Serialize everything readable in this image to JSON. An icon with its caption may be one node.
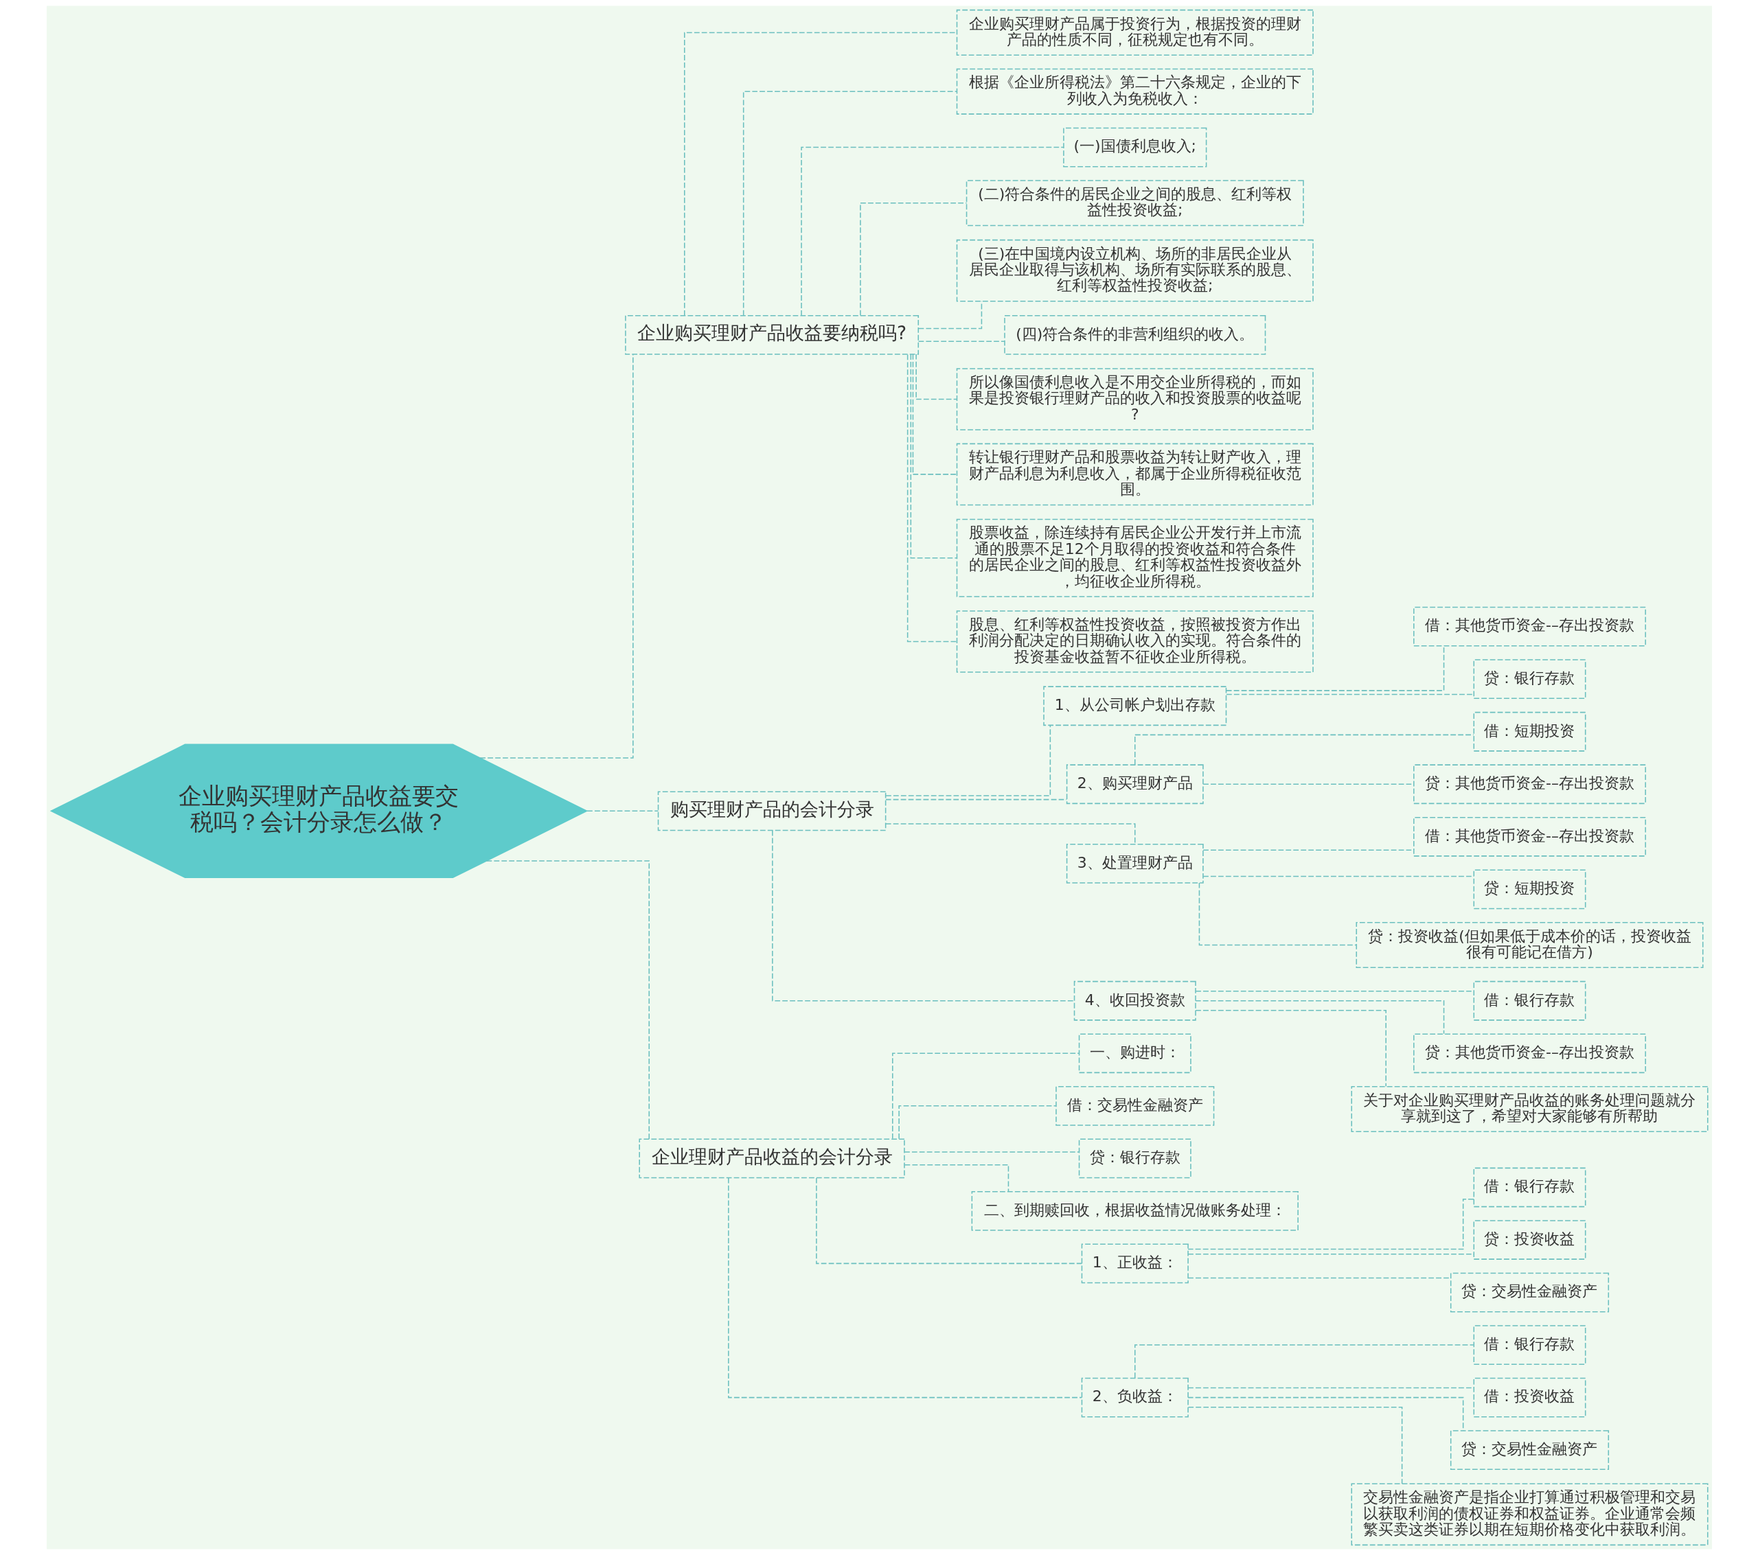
{
  "diagram": {
    "nodes": [
      {
        "text": [
          "企业购买理财产品收益要交税吗？会计分录怎么做？"
        ]
      },
      {
        "text": [
          "企业购买理财产品收益要纳税吗?"
        ]
      },
      {
        "text": [
          "企业购买理财产品属于投资行为，根据投资的理财产品的性质不同，征税规定也有不同。"
        ]
      },
      {
        "text": [
          "根据《企业所得税法》第二十六条规定，企业的下列收入为免税收入："
        ]
      },
      {
        "text": [
          "(一)国债利息收入;"
        ]
      },
      {
        "text": [
          "(二)符合条件的居民企业之间的股息、红利等权益性投资收益;"
        ]
      },
      {
        "text": [
          "(三)在中国境内设立机构、场所的非居民企业从居民企业取得与该机构、场所有实际联系的股息、红利等权益性投资收益;"
        ]
      },
      {
        "text": [
          "(四)符合条件的非营利组织的收入。"
        ]
      },
      {
        "text": [
          "所以像国债利息收入是不用交企业所得税的，而如果是投资银行理财产品的收入和投资股票的收益呢?"
        ]
      },
      {
        "text": [
          "转让银行理财产品和股票收益为转让财产收入，理财产品利息为利息收入，都属于企业所得税征收范围。"
        ]
      },
      {
        "text": [
          "股票收益，除连续持有居民企业公开发行并上市流通的股票不足12个月取得的投资收益和符合条件的居民企业之间的股息、红利等权益性投资收益外，均征收企业所得税。"
        ]
      },
      {
        "text": [
          "股息、红利等权益性投资收益，按照被投资方作出利润分配决定的日期确认收入的实现。符合条件的投资基金收益暂不征收企业所得税。"
        ]
      },
      {
        "text": [
          "购买理财产品的会计分录"
        ]
      },
      {
        "text": [
          "1、从公司帐户划出存款"
        ]
      },
      {
        "text": [
          "借：其他货币资金-–存出投资款"
        ]
      },
      {
        "text": [
          "贷：银行存款"
        ]
      },
      {
        "text": [
          "2、购买理财产品"
        ]
      },
      {
        "text": [
          "借：短期投资"
        ]
      },
      {
        "text": [
          "贷：其他货币资金-–存出投资款"
        ]
      },
      {
        "text": [
          "3、处置理财产品"
        ]
      },
      {
        "text": [
          "借：其他货币资金-–存出投资款"
        ]
      },
      {
        "text": [
          "贷：短期投资"
        ]
      },
      {
        "text": [
          "贷：投资收益(但如果低于成本价的话，投资收益很有可能记在借方)"
        ]
      },
      {
        "text": [
          "4、收回投资款"
        ]
      },
      {
        "text": [
          "借：银行存款"
        ]
      },
      {
        "text": [
          "贷：其他货币资金-–存出投资款"
        ]
      },
      {
        "text": [
          "关于对企业购买理财产品收益的账务处理问题就分享就到这了，希望对大家能够有所帮助"
        ]
      },
      {
        "text": [
          "企业理财产品收益的会计分录"
        ]
      },
      {
        "text": [
          "一、购进时："
        ]
      },
      {
        "text": [
          "借：交易性金融资产"
        ]
      },
      {
        "text": [
          "贷：银行存款"
        ]
      },
      {
        "text": [
          "二、到期赎回收，根据收益情况做账务处理："
        ]
      },
      {
        "text": [
          "1、正收益："
        ]
      },
      {
        "text": [
          "借：银行存款"
        ]
      },
      {
        "text": [
          "贷：投资收益"
        ]
      },
      {
        "text": [
          "贷：交易性金融资产"
        ]
      },
      {
        "text": [
          "2、负收益："
        ]
      },
      {
        "text": [
          "借：银行存款"
        ]
      },
      {
        "text": [
          "借：投资收益"
        ]
      },
      {
        "text": [
          "贷：交易性金融资产"
        ]
      },
      {
        "text": [
          "交易性金融资产是指企业打算通过积极管理和交易以获取利润的债权证券和权益证券。企业通常会频繁买卖这类证券以期在短期价格变化中获取利润。"
        ]
      }
    ],
    "edges": [
      {
        "from": 0,
        "to": 1,
        "arrow": "none",
        "style": "dashed"
      },
      {
        "from": 1,
        "to": 2,
        "arrow": "none",
        "style": "dashed"
      },
      {
        "from": 1,
        "to": 3,
        "arrow": "none",
        "style": "dashed"
      },
      {
        "from": 1,
        "to": 4,
        "arrow": "none",
        "style": "dashed"
      },
      {
        "from": 1,
        "to": 5,
        "arrow": "none",
        "style": "dashed"
      },
      {
        "from": 1,
        "to": 6,
        "arrow": "none",
        "style": "dashed"
      },
      {
        "from": 1,
        "to": 7,
        "arrow": "none",
        "style": "dashed"
      },
      {
        "from": 1,
        "to": 8,
        "arrow": "none",
        "style": "dashed"
      },
      {
        "from": 1,
        "to": 9,
        "arrow": "none",
        "style": "dashed"
      },
      {
        "from": 1,
        "to": 10,
        "arrow": "none",
        "style": "dashed"
      },
      {
        "from": 1,
        "to": 11,
        "arrow": "none",
        "style": "dashed"
      },
      {
        "from": 0,
        "to": 12,
        "arrow": "none",
        "style": "dashed"
      },
      {
        "from": 12,
        "to": 13,
        "arrow": "none",
        "style": "dashed"
      },
      {
        "from": 13,
        "to": 14,
        "arrow": "none",
        "style": "dashed"
      },
      {
        "from": 13,
        "to": 15,
        "arrow": "none",
        "style": "dashed"
      },
      {
        "from": 12,
        "to": 16,
        "arrow": "none",
        "style": "dashed"
      },
      {
        "from": 16,
        "to": 17,
        "arrow": "none",
        "style": "dashed"
      },
      {
        "from": 16,
        "to": 18,
        "arrow": "none",
        "style": "dashed"
      },
      {
        "from": 12,
        "to": 19,
        "arrow": "none",
        "style": "dashed"
      },
      {
        "from": 19,
        "to": 20,
        "arrow": "none",
        "style": "dashed"
      },
      {
        "from": 19,
        "to": 21,
        "arrow": "none",
        "style": "dashed"
      },
      {
        "from": 19,
        "to": 22,
        "arrow": "none",
        "style": "dashed"
      },
      {
        "from": 12,
        "to": 23,
        "arrow": "none",
        "style": "dashed"
      },
      {
        "from": 23,
        "to": 24,
        "arrow": "none",
        "style": "dashed"
      },
      {
        "from": 23,
        "to": 25,
        "arrow": "none",
        "style": "dashed"
      },
      {
        "from": 23,
        "to": 26,
        "arrow": "none",
        "style": "dashed"
      },
      {
        "from": 0,
        "to": 27,
        "arrow": "none",
        "style": "dashed"
      },
      {
        "from": 27,
        "to": 28,
        "arrow": "none",
        "style": "dashed"
      },
      {
        "from": 27,
        "to": 29,
        "arrow": "none",
        "style": "dashed"
      },
      {
        "from": 27,
        "to": 30,
        "arrow": "none",
        "style": "dashed"
      },
      {
        "from": 27,
        "to": 31,
        "arrow": "none",
        "style": "dashed"
      },
      {
        "from": 27,
        "to": 32,
        "arrow": "none",
        "style": "dashed"
      },
      {
        "from": 32,
        "to": 33,
        "arrow": "none",
        "style": "dashed"
      },
      {
        "from": 32,
        "to": 34,
        "arrow": "none",
        "style": "dashed"
      },
      {
        "from": 32,
        "to": 35,
        "arrow": "none",
        "style": "dashed"
      },
      {
        "from": 27,
        "to": 36,
        "arrow": "none",
        "style": "dashed"
      },
      {
        "from": 36,
        "to": 37,
        "arrow": "none",
        "style": "dashed"
      },
      {
        "from": 36,
        "to": 38,
        "arrow": "none",
        "style": "dashed"
      },
      {
        "from": 36,
        "to": 39,
        "arrow": "none",
        "style": "dashed"
      },
      {
        "from": 36,
        "to": 40,
        "arrow": "none",
        "style": "dashed"
      }
    ]
  }
}
